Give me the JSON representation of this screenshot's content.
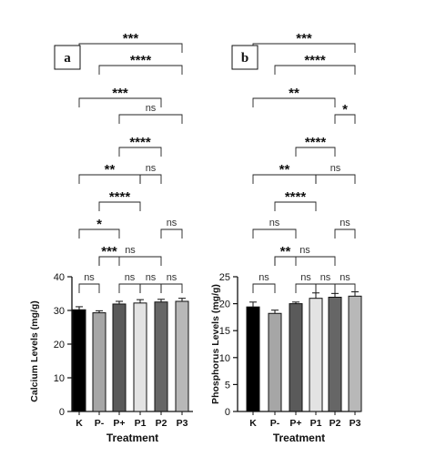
{
  "chart_data": [
    {
      "type": "bar",
      "panel_label": "a",
      "categories": [
        "K",
        "P-",
        "P+",
        "P1",
        "P2",
        "P3"
      ],
      "values": [
        30.2,
        29.3,
        31.9,
        32.2,
        32.5,
        32.7
      ],
      "errors": [
        0.9,
        0.6,
        0.8,
        1.0,
        0.8,
        0.9
      ],
      "bar_colors": [
        "#000000",
        "#a6a6a6",
        "#5a5a5a",
        "#e3e3e3",
        "#666666",
        "#b8b8b8"
      ],
      "xlabel": "Treatment",
      "ylabel": "Calcium Levels (mg/g)",
      "ylim": [
        0,
        40
      ],
      "yticks": [
        0,
        10,
        20,
        30,
        40
      ],
      "grid": false,
      "significance": [
        {
          "a": "K",
          "b": "P-",
          "label": "ns"
        },
        {
          "a": "P+",
          "b": "P1",
          "label": "ns"
        },
        {
          "a": "P1",
          "b": "P2",
          "label": "ns"
        },
        {
          "a": "P2",
          "b": "P3",
          "label": "ns"
        },
        {
          "a": "P-",
          "b": "P+",
          "label": "***"
        },
        {
          "a": "P-",
          "b": "P2",
          "label": "ns"
        },
        {
          "a": "K",
          "b": "P+",
          "label": "*"
        },
        {
          "a": "P2",
          "b": "P3",
          "label": "ns"
        },
        {
          "a": "P-",
          "b": "P1",
          "label": "****"
        },
        {
          "a": "K",
          "b": "P1",
          "label": "**"
        },
        {
          "a": "P1",
          "b": "P2",
          "label": "ns"
        },
        {
          "a": "P+",
          "b": "P2",
          "label": "****"
        },
        {
          "a": "P+",
          "b": "P3",
          "label": "ns"
        },
        {
          "a": "K",
          "b": "P2",
          "label": "***"
        },
        {
          "a": "P-",
          "b": "P3",
          "label": "****"
        },
        {
          "a": "K",
          "b": "P3",
          "label": "***"
        }
      ]
    },
    {
      "type": "bar",
      "panel_label": "b",
      "categories": [
        "K",
        "P-",
        "P+",
        "P1",
        "P2",
        "P3"
      ],
      "values": [
        19.4,
        18.2,
        20.0,
        21.0,
        21.2,
        21.4
      ],
      "errors": [
        0.9,
        0.6,
        0.3,
        1.0,
        0.7,
        0.8
      ],
      "bar_colors": [
        "#000000",
        "#a6a6a6",
        "#5a5a5a",
        "#e3e3e3",
        "#666666",
        "#b8b8b8"
      ],
      "xlabel": "Treatment",
      "ylabel": "Phosphorus Levels (mg/g)",
      "ylim": [
        0,
        25
      ],
      "yticks": [
        0,
        5,
        10,
        15,
        20,
        25
      ],
      "grid": false,
      "significance": [
        {
          "a": "K",
          "b": "P-",
          "label": "ns"
        },
        {
          "a": "P+",
          "b": "P1",
          "label": "ns"
        },
        {
          "a": "P1",
          "b": "P2",
          "label": "ns"
        },
        {
          "a": "P2",
          "b": "P3",
          "label": "ns"
        },
        {
          "a": "P-",
          "b": "P+",
          "label": "**"
        },
        {
          "a": "P-",
          "b": "P2",
          "label": "ns"
        },
        {
          "a": "K",
          "b": "P+",
          "label": "ns"
        },
        {
          "a": "P2",
          "b": "P3",
          "label": "ns"
        },
        {
          "a": "P-",
          "b": "P1",
          "label": "****"
        },
        {
          "a": "K",
          "b": "P1",
          "label": "**"
        },
        {
          "a": "P1",
          "b": "P3",
          "label": "ns"
        },
        {
          "a": "P+",
          "b": "P2",
          "label": "****"
        },
        {
          "a": "P2",
          "b": "P3",
          "label": "*"
        },
        {
          "a": "K",
          "b": "P2",
          "label": "**"
        },
        {
          "a": "P-",
          "b": "P3",
          "label": "****"
        },
        {
          "a": "K",
          "b": "P3",
          "label": "***"
        }
      ]
    }
  ]
}
